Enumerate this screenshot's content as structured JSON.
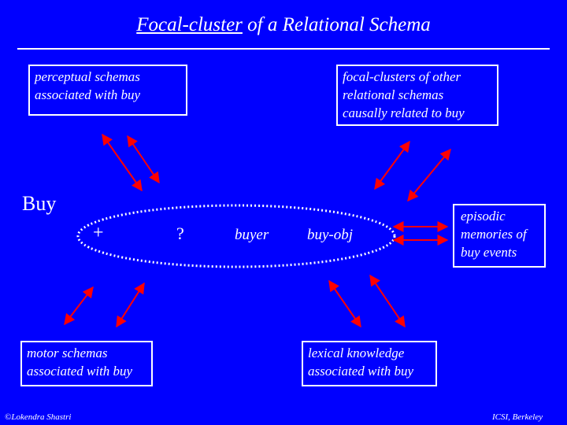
{
  "title": {
    "underlined": "Focal-cluster",
    "rest": " of a Relational Schema"
  },
  "boxes": {
    "perceptual": [
      "perceptual schemas",
      "associated with buy"
    ],
    "focal_others": [
      "focal-clusters of other",
      "relational schemas",
      "causally related to buy"
    ],
    "episodic": [
      "episodic",
      "memories of",
      "buy events"
    ],
    "motor": [
      "motor schemas",
      "associated with buy"
    ],
    "lexical": [
      "lexical knowledge",
      "associated with buy"
    ]
  },
  "schema_name": "Buy",
  "focal_items": {
    "plus": "+",
    "question": "?",
    "buyer": "buyer",
    "buy_obj": "buy-obj"
  },
  "footer": {
    "left": "©Lokendra Shastri",
    "right": "ICSI, Berkeley"
  },
  "colors": {
    "background": "#0000ff",
    "text": "#ffffff",
    "arrow": "#ff0000",
    "ellipse_border": "#ffffff"
  }
}
